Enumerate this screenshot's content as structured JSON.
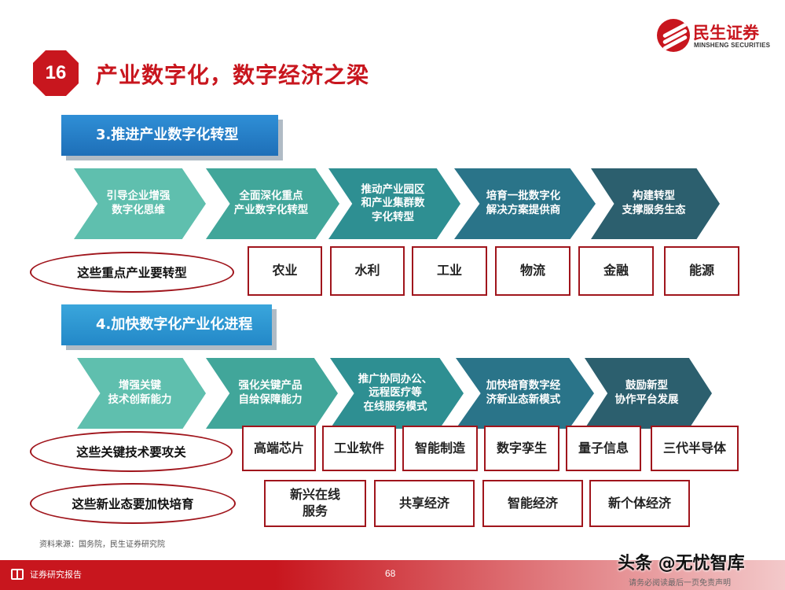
{
  "header": {
    "number": "16",
    "title": "产业数字化，数字经济之梁",
    "logo_cn": "民生证券",
    "logo_en": "MINSHENG SECURITIES"
  },
  "section1": {
    "banner": "3.推进产业数字化转型",
    "steps": [
      "引导企业增强\n数字化思维",
      "全面深化重点\n产业数字化转型",
      "推动产业园区\n和产业集群数\n字化转型",
      "培育一批数字化\n解决方案提供商",
      "构建转型\n支撑服务生态"
    ],
    "oval": "这些重点产业要转型",
    "tags": [
      "农业",
      "水利",
      "工业",
      "物流",
      "金融",
      "能源"
    ]
  },
  "section2": {
    "banner": "4.加快数字化产业化进程",
    "steps": [
      "增强关键\n技术创新能力",
      "强化关键产品\n自给保障能力",
      "推广协同办公、\n远程医疗等\n在线服务模式",
      "加快培育数字经\n济新业态新模式",
      "鼓励新型\n协作平台发展"
    ],
    "oval1": "这些关键技术要攻关",
    "tags1": [
      "高端芯片",
      "工业软件",
      "智能制造",
      "数字孪生",
      "量子信息",
      "三代半导体"
    ],
    "oval2": "这些新业态要加快培育",
    "tags2": [
      "新兴在线\n服务",
      "共享经济",
      "智能经济",
      "新个体经济"
    ]
  },
  "source": "资料来源：国务院，民生证券研究院",
  "footer": {
    "label": "证券研究报告",
    "page": "68",
    "disclaimer": "请务必阅读最后一页免责声明",
    "watermark": "头条 @无忧智库"
  },
  "colors": {
    "brand_red": "#c8161e",
    "banner_blue": "#1e6fb8",
    "chevron_1": "#5fbfae",
    "chevron_2": "#41a69a",
    "chevron_3": "#2e8f92",
    "chevron_4": "#2a7489",
    "chevron_5": "#2c5f6e"
  }
}
